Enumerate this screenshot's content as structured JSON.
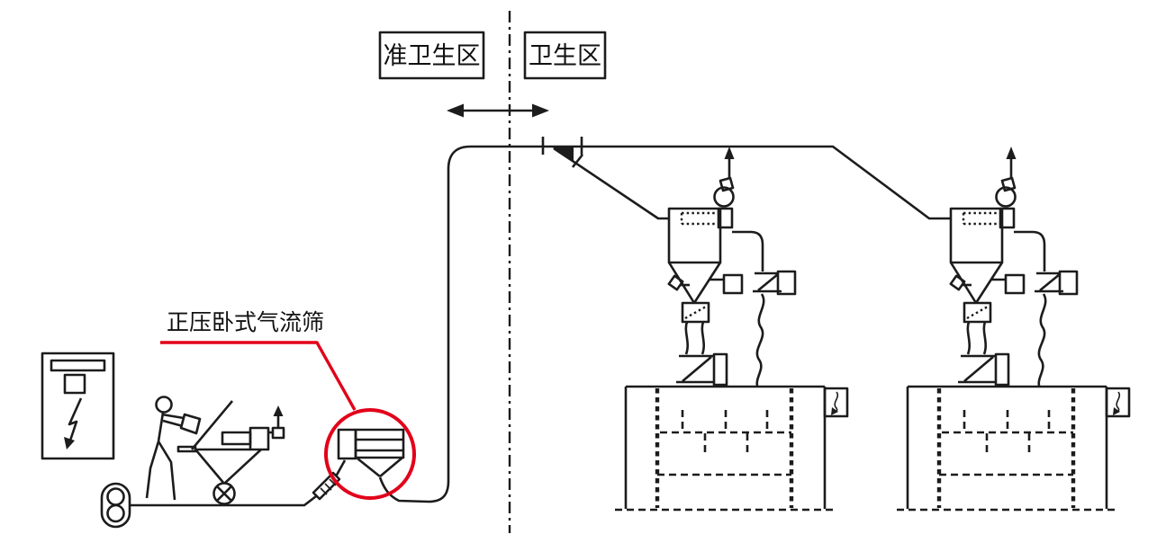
{
  "labels": {
    "zone_left": "准卫生区",
    "zone_right": "卫生区",
    "sieve": "正压卧式气流筛"
  },
  "colors": {
    "line": "#1c1c1c",
    "accent_red": "#e2001a",
    "background": "#ffffff"
  }
}
